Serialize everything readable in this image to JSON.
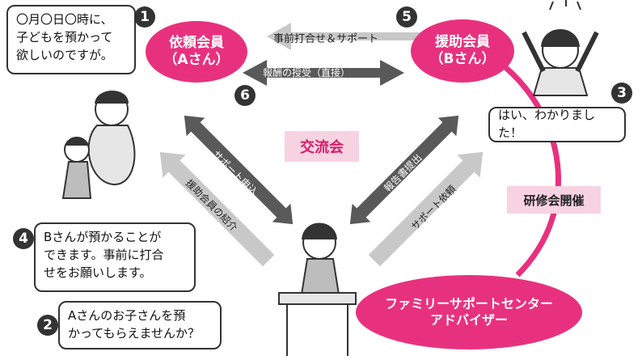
{
  "nodes": {
    "requester": {
      "line1": "依頼会員",
      "line2": "（Aさん）"
    },
    "helper": {
      "line1": "援助会員",
      "line2": "（Bさん）"
    },
    "advisor": {
      "line1": "ファミリーサポートセンター",
      "line2": "アドバイザー"
    }
  },
  "tags": {
    "exchange": "交流会",
    "training": "研修会開催"
  },
  "arrows": {
    "prior_meeting": "事前打合せ＆サポート",
    "payment": "報酬の授受（直接）",
    "support_application": "サポート申込",
    "member_introduction": "援助会員の紹介",
    "report_submission": "報告書提出",
    "support_request": "サポート依頼"
  },
  "steps": {
    "s1": {
      "number": "1",
      "text_lines": [
        "〇月〇日〇時に、",
        "子どもを預かって",
        "欲しいのですが。"
      ]
    },
    "s2": {
      "number": "2",
      "text_lines": [
        "Aさんのお子さんを預",
        "かってもらえませんか？"
      ]
    },
    "s3": {
      "number": "3",
      "text": "はい、わかりました！"
    },
    "s4": {
      "number": "4",
      "text_lines": [
        "Bさんが預かることが",
        "できます。事前に打合",
        "せをお願いします。"
      ]
    },
    "s5": {
      "number": "5"
    },
    "s6": {
      "number": "6"
    }
  },
  "colors": {
    "accent_pink": "#e8317e",
    "light_pink": "#f7d3e2",
    "arrow_dark": "#595959",
    "arrow_light": "#c8c8c8"
  }
}
